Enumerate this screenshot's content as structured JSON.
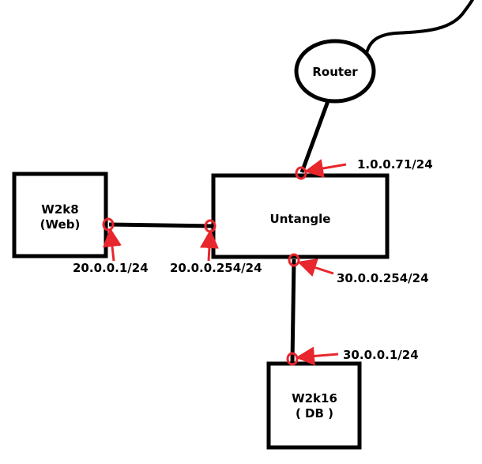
{
  "colors": {
    "line": "#000000",
    "marker": "#e8262d",
    "background": "#ffffff"
  },
  "nodes": {
    "router": {
      "label": "Router"
    },
    "untangle": {
      "label": "Untangle"
    },
    "w2k8": {
      "line1": "W2k8",
      "line2": "(Web)"
    },
    "w2k16": {
      "line1": "W2k16",
      "line2": "( DB )"
    }
  },
  "addresses": {
    "untangle_wan": "1.0.0.71/24",
    "w2k8_nic": "20.0.0.1/24",
    "untangle_lan_web": "20.0.0.254/24",
    "untangle_lan_db": "30.0.0.254/24",
    "w2k16_nic": "30.0.0.1/24"
  }
}
